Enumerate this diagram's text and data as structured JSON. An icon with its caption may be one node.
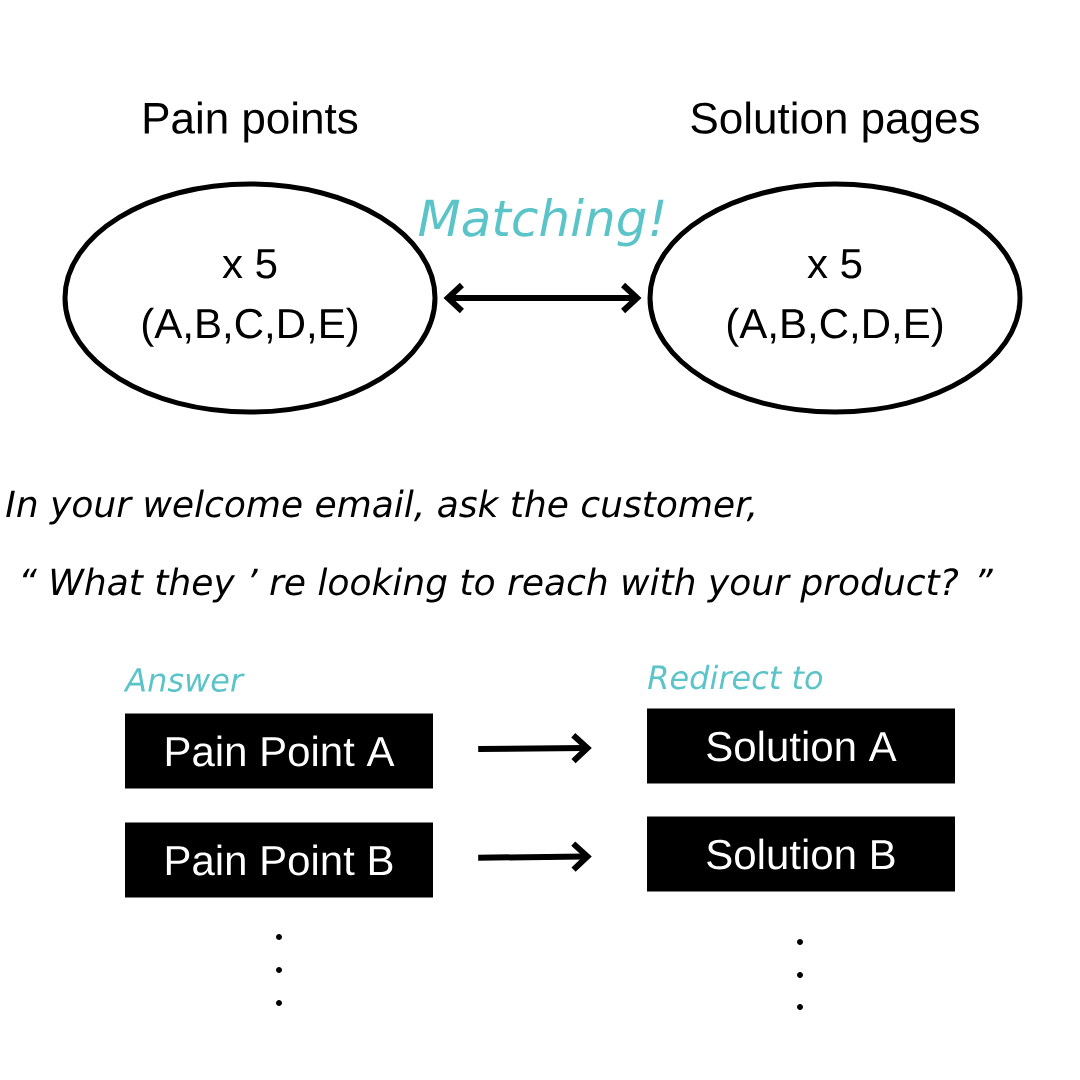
{
  "diagram": {
    "nodes": [
      {
        "text": [
          "x 5",
          "(A,B,C,D,E)"
        ],
        "beside": [
          "Pain points"
        ]
      },
      {
        "text": [
          "x 5",
          "(A,B,C,D,E)"
        ],
        "beside": [
          "Solution pages"
        ]
      },
      {
        "text": [
          "Pain Point A"
        ]
      },
      {
        "text": [
          "Solution A"
        ]
      },
      {
        "text": [
          "Pain Point B"
        ]
      },
      {
        "text": [
          "Solution B"
        ]
      }
    ],
    "edges": [
      {
        "from": 0,
        "to": 1,
        "arrow": "both",
        "label": "Matching!"
      },
      {
        "from": 2,
        "to": 3,
        "arrow": "to"
      },
      {
        "from": 4,
        "to": 5,
        "arrow": "to"
      }
    ],
    "labels": [
      "In your welcome email, ask the customer,",
      "“ What they ’ re looking to reach with your product? ”",
      "Answer",
      "Redirect to"
    ]
  }
}
